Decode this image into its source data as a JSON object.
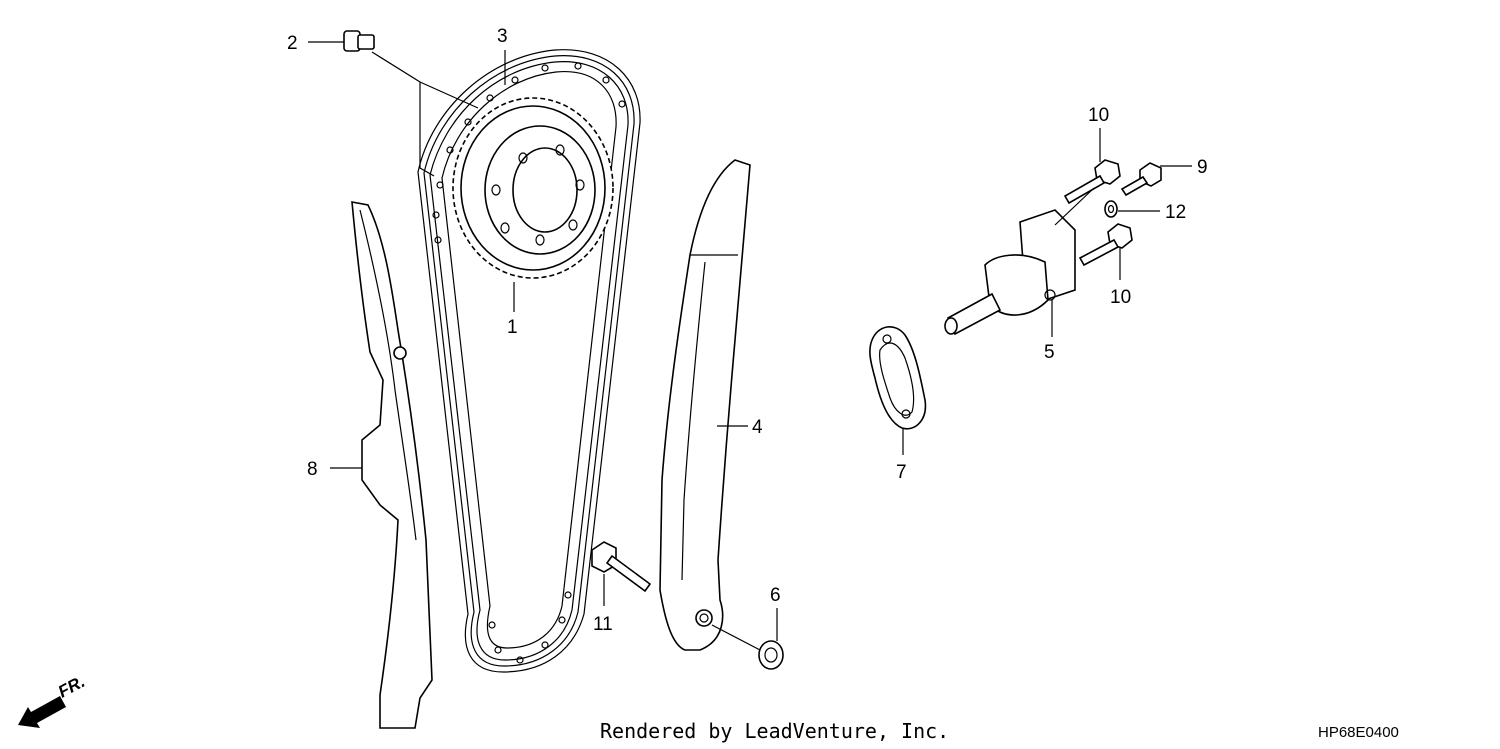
{
  "callouts": {
    "c1": "1",
    "c2": "2",
    "c3": "3",
    "c4": "4",
    "c5": "5",
    "c6": "6",
    "c7": "7",
    "c8": "8",
    "c9": "9",
    "c10a": "10",
    "c10b": "10",
    "c11": "11",
    "c12": "12"
  },
  "orientation_label": "FR.",
  "credit": "Rendered by LeadVenture, Inc.",
  "diagram_code": "HP68E0400"
}
